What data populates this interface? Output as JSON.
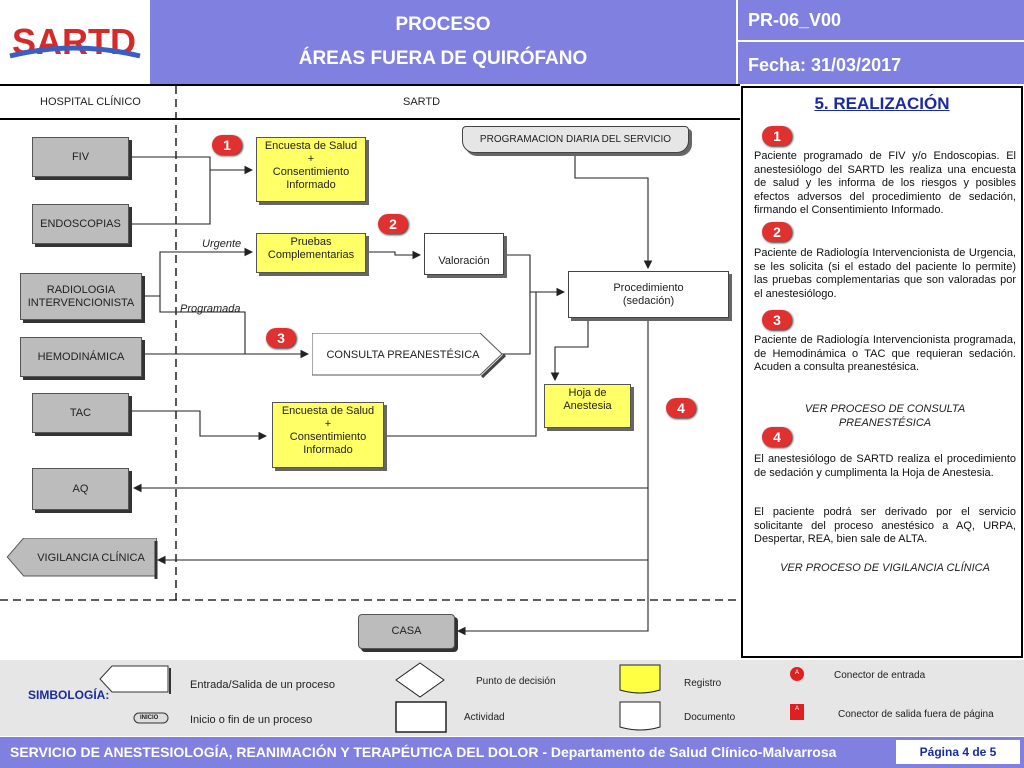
{
  "header": {
    "logo_text": "SARTD",
    "title_line1": "PROCESO",
    "title_line2": "ÁREAS FUERA DE QUIRÓFANO",
    "code": "PR-06_V00",
    "date": "Fecha: 31/03/2017"
  },
  "colors": {
    "header_bg": "#8080e0",
    "register_yellow": "#ffff66",
    "badge_red": "#e03030",
    "panel_title_blue": "#1a2c9c"
  },
  "columns": {
    "left": "HOSPITAL CLÍNICO",
    "center": "SARTD"
  },
  "origins": [
    "FIV",
    "ENDOSCOPIAS",
    "RADIOLOGIA INTERVENCIONISTA",
    "HEMODINÁMICA",
    "TAC",
    "AQ"
  ],
  "nodes": {
    "vigilancia": "VIGILANCIA CLÍNICA",
    "programacion": "PROGRAMACION DIARIA DEL SERVICIO",
    "encuesta1": [
      "Encuesta de Salud",
      "+",
      "Consentimiento",
      "Informado"
    ],
    "pruebas": [
      "Pruebas",
      "Complementarias"
    ],
    "valoracion": "Valoración",
    "procedimiento": [
      "Procedimiento",
      "(sedación)"
    ],
    "consulta": "CONSULTA PREANESTÉSICA",
    "hoja": [
      "Hoja de",
      "Anestesia"
    ],
    "encuesta2": [
      "Encuesta de Salud",
      "+",
      "Consentimiento",
      "Informado"
    ],
    "casa": "CASA"
  },
  "labels": {
    "urgente": "Urgente",
    "programada": "Programada"
  },
  "badges": [
    "1",
    "2",
    "3",
    "4"
  ],
  "panel": {
    "title": "5. REALIZACIÓN",
    "step1": "Paciente programado de FIV y/o Endoscopias. El anestesiólogo del SARTD les realiza una encuesta de salud y les informa de los riesgos y posibles efectos adversos del procedimiento de sedación, firmando el Consentimiento Informado.",
    "step2": "Paciente de Radiología Intervencionista de Urgencia, se les solicita (si el estado del paciente lo permite) las pruebas complementarias que son valoradas por el anestesiólogo.",
    "step3": "Paciente de Radiología Intervencionista programada, de Hemodinámica o TAC que requieran sedación. Acuden a consulta preanestésica.",
    "ref3": [
      "VER PROCESO DE CONSULTA",
      "PREANESTÉSICA"
    ],
    "step4a": "El anestesiólogo de SARTD realiza el procedimiento de sedación y cumplimenta la Hoja de Anestesia.",
    "step4b": "El paciente podrá ser derivado por el servicio solicitante del proceso anestésico a AQ, URPA, Despertar, REA, bien sale de ALTA.",
    "ref4": "VER PROCESO DE VIGILANCIA CLÍNICA"
  },
  "legend": {
    "title": "SIMBOLOGÍA:",
    "entrada_salida": "Entrada/Salida de un proceso",
    "inicio_label": "INICIO",
    "inicio_fin": "Inicio o fin de un proceso",
    "decision": "Punto de decisión",
    "actividad": "Actividad",
    "registro": "Registro",
    "documento": "Documento",
    "connector_letter": "A",
    "conector_entrada": "Conector de entrada",
    "conector_salida": "Conector de salida fuera de página"
  },
  "footer": {
    "text": "SERVICIO DE ANESTESIOLOGÍA, REANIMACIÓN Y TERAPÉUTICA DEL DOLOR - Departamento de Salud Clínico-Malvarrosa",
    "page": "Página 4 de 5"
  }
}
